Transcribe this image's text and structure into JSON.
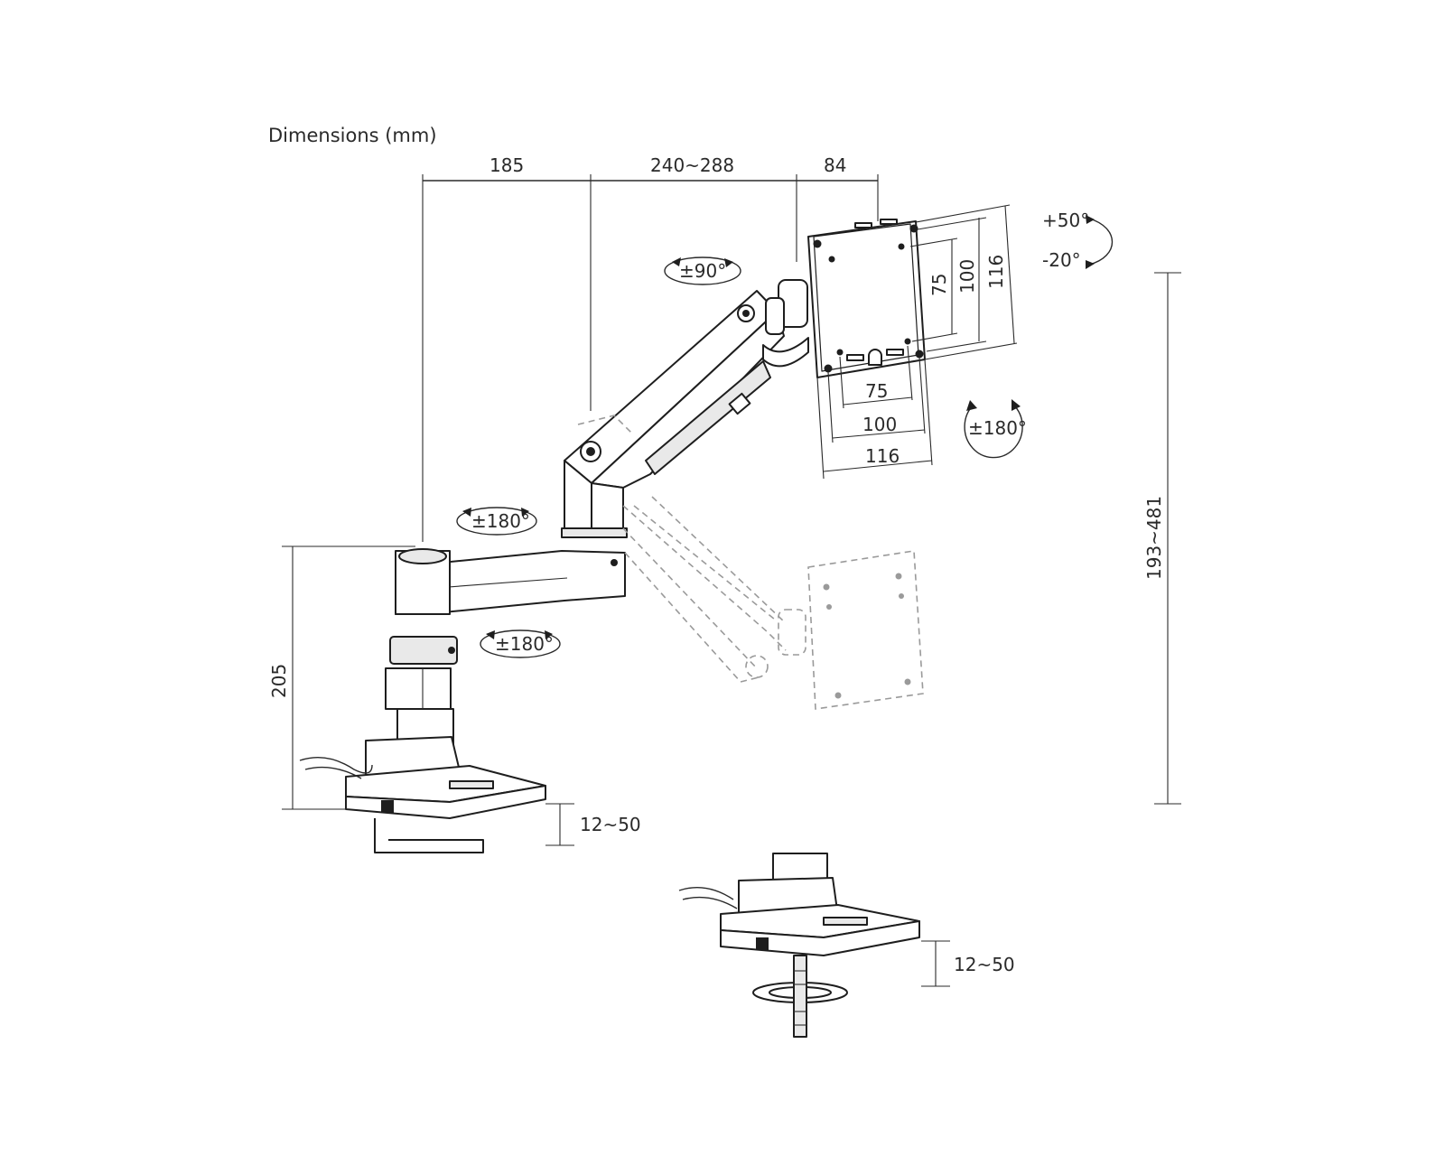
{
  "title": "Dimensions (mm)",
  "dims": {
    "horizontal": [
      "185",
      "240~288",
      "84"
    ],
    "vesa_vertical": [
      "75",
      "100",
      "116"
    ],
    "vesa_horizontal": [
      "75",
      "100",
      "116"
    ],
    "height_range": "193~481",
    "pole_height": "205",
    "clamp_thickness": "12~50",
    "grommet_thickness": "12~50"
  },
  "rotations": {
    "tilt_up": "+50°",
    "tilt_down": "-20°",
    "swivel_head": "±90°",
    "rotate_screen": "±180°",
    "elbow": "±180°",
    "base_arm": "±180°"
  },
  "colors": {
    "line": "#2a2a2a",
    "ghost": "#9a9a9a",
    "fill": "#ffffff"
  }
}
